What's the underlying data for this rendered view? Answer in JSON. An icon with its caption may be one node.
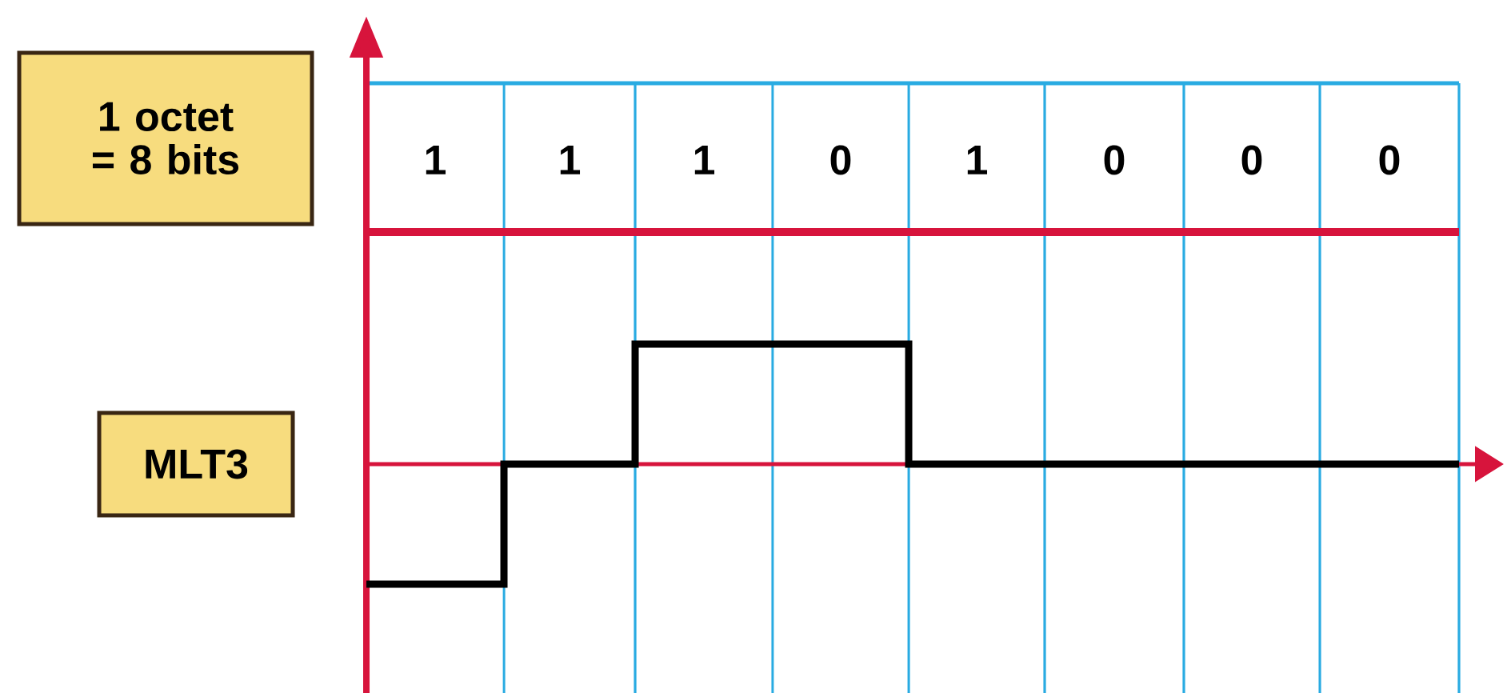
{
  "diagram": {
    "nodes": [
      {
        "text": [
          "1 octet = 8 bits"
        ]
      },
      {
        "text": [
          "MLT3"
        ]
      }
    ],
    "edges": [],
    "labels": [
      "1",
      "1",
      "1",
      "0",
      "1",
      "0",
      "0",
      "0"
    ]
  }
}
